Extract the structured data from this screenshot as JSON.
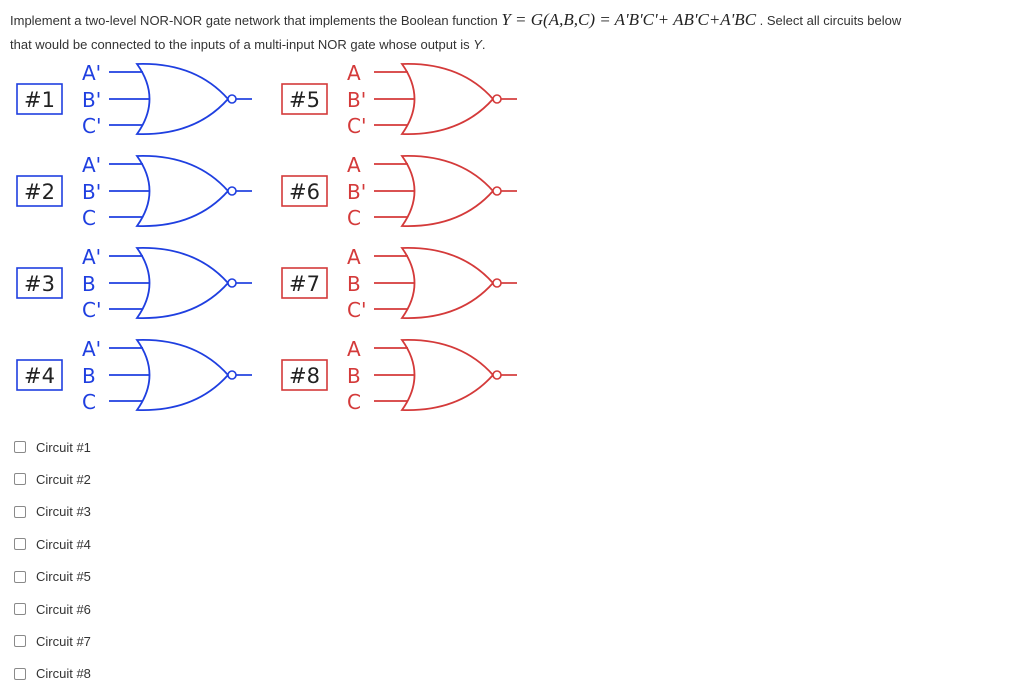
{
  "question": {
    "line1": "Implement a two-level NOR-NOR gate network that implements the Boolean function ",
    "equation": "Y = G(A,B,C) = A'B'C'+ AB'C+A'BC",
    "line1_end": " . Select all circuits below",
    "line2_start": "that would be connected to the inputs of a multi-input NOR gate whose output is ",
    "line2_var": "Y",
    "line2_end": "."
  },
  "colors": {
    "blue": "#1f3fe0",
    "red": "#d43a3a"
  },
  "circuits": [
    {
      "label": "#1",
      "inputs": [
        "A'",
        "B'",
        "C'"
      ],
      "color": "blue"
    },
    {
      "label": "#2",
      "inputs": [
        "A'",
        "B'",
        "C"
      ],
      "color": "blue"
    },
    {
      "label": "#3",
      "inputs": [
        "A'",
        "B",
        "C'"
      ],
      "color": "blue"
    },
    {
      "label": "#4",
      "inputs": [
        "A'",
        "B",
        "C"
      ],
      "color": "blue"
    },
    {
      "label": "#5",
      "inputs": [
        "A",
        "B'",
        "C'"
      ],
      "color": "red"
    },
    {
      "label": "#6",
      "inputs": [
        "A",
        "B'",
        "C"
      ],
      "color": "red"
    },
    {
      "label": "#7",
      "inputs": [
        "A",
        "B",
        "C'"
      ],
      "color": "red"
    },
    {
      "label": "#8",
      "inputs": [
        "A",
        "B",
        "C"
      ],
      "color": "red"
    }
  ],
  "options": [
    {
      "label": "Circuit #1",
      "checked": false
    },
    {
      "label": "Circuit #2",
      "checked": false
    },
    {
      "label": "Circuit #3",
      "checked": false
    },
    {
      "label": "Circuit #4",
      "checked": false
    },
    {
      "label": "Circuit #5",
      "checked": false
    },
    {
      "label": "Circuit #6",
      "checked": false
    },
    {
      "label": "Circuit #7",
      "checked": false
    },
    {
      "label": "Circuit #8",
      "checked": false
    }
  ]
}
